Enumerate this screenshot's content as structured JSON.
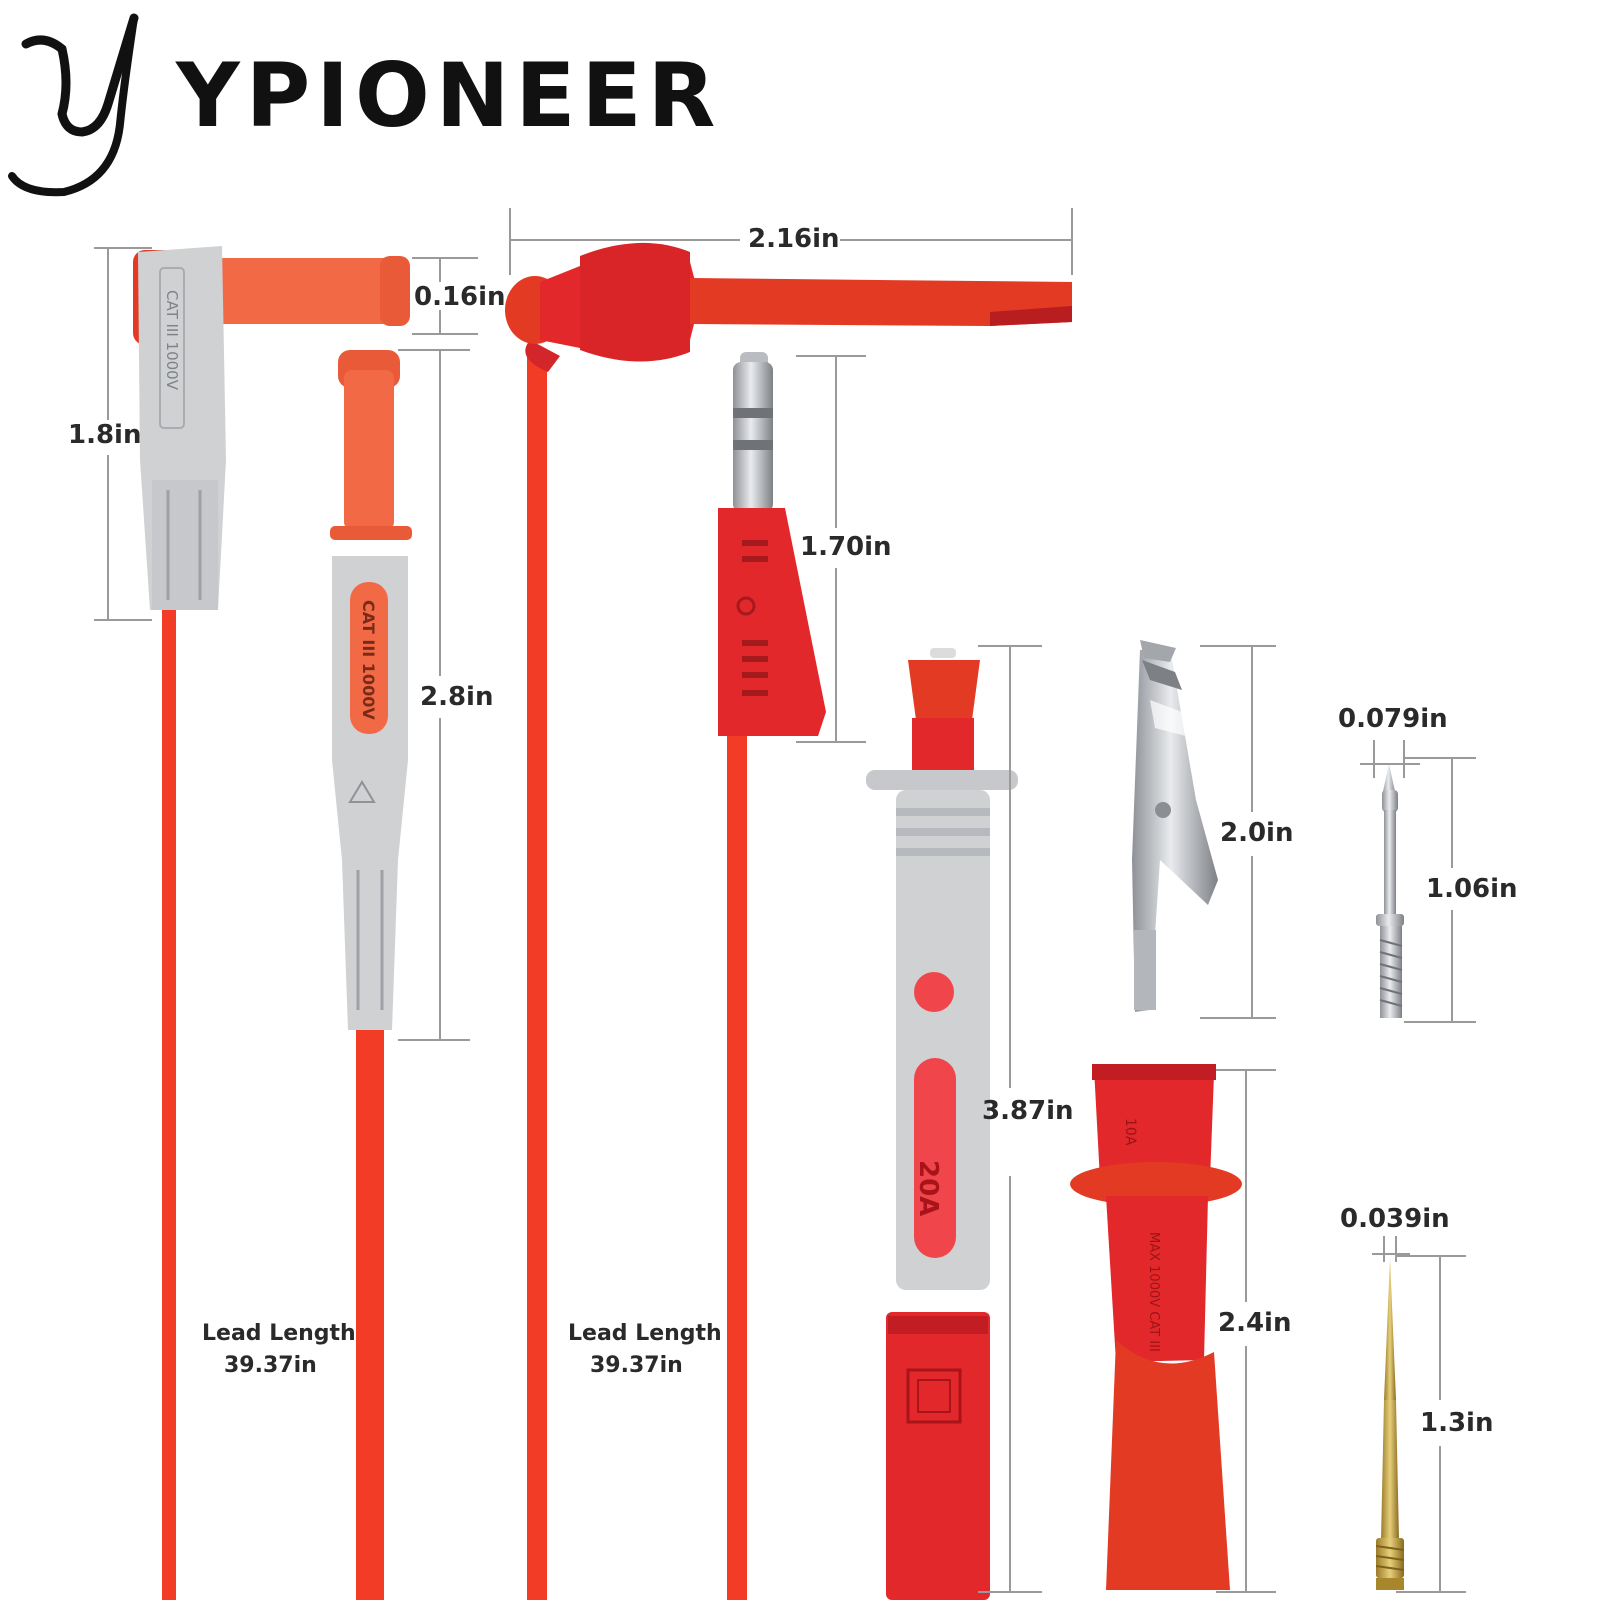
{
  "brand": {
    "name": "YPIONEER",
    "initial": "Y"
  },
  "colors": {
    "lead_red": "#f23c25",
    "probe_orange": "#f26a45",
    "insulator_gray": "#cfd1d3",
    "clip_red": "#e2282a",
    "dim_line": "#9a9a9a"
  },
  "dimensions": {
    "angled_plug_height": "1.8in",
    "angled_plug_tip": "0.16in",
    "straight_plug_length": "2.8in",
    "hook_clip_length": "2.16in",
    "banana_plug_length": "1.70in",
    "test_probe_length": "3.87in",
    "alligator_clip_length": "2.0in",
    "needle_tip_diameter": "0.079in",
    "needle_length": "1.06in",
    "insulated_clip_length": "2.4in",
    "pin_tip_diameter": "0.039in",
    "pin_length": "1.3in"
  },
  "leads": [
    {
      "label": "Lead Length",
      "value": "39.37in"
    },
    {
      "label": "Lead Length",
      "value": "39.37in"
    }
  ],
  "markings": {
    "angled_plug": "CAT III 1000V",
    "straight_plug": "CAT III 1000V",
    "probe_rating": "20A",
    "clip_top": "10A",
    "clip_body": "MAX 1000V CAT III"
  }
}
